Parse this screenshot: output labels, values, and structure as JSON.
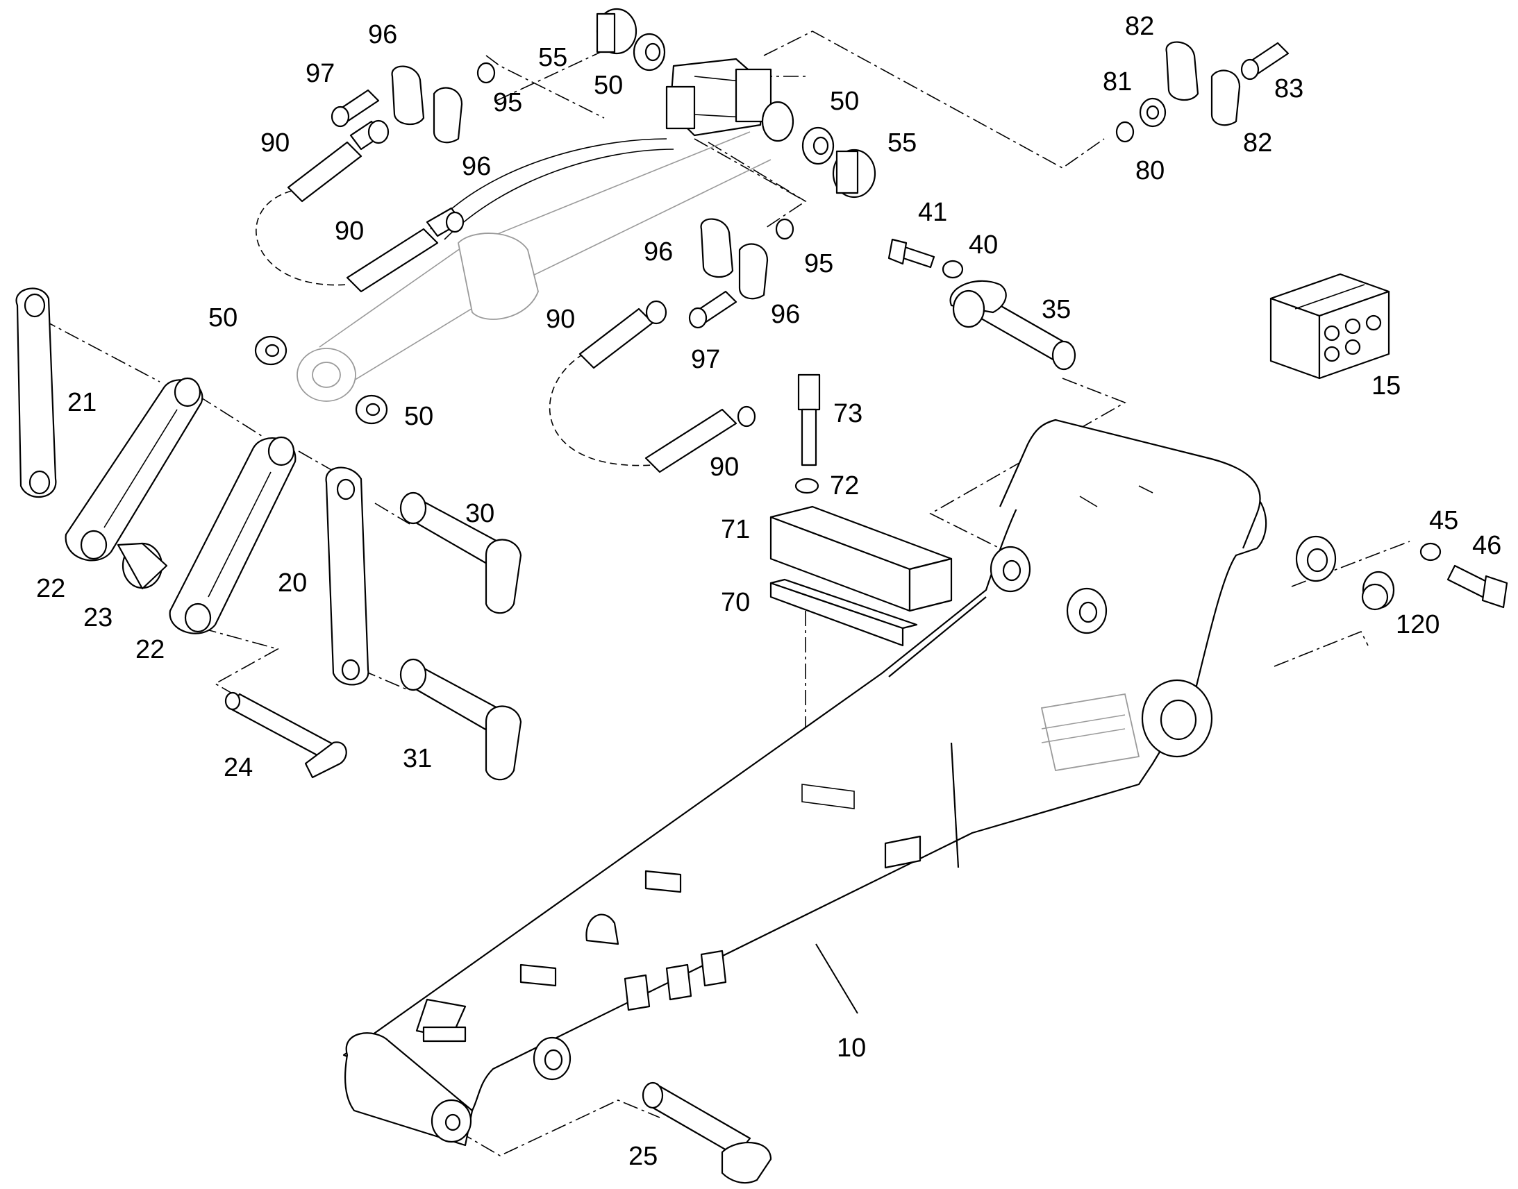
{
  "diagram": {
    "type": "exploded-parts-view",
    "part_labels": [
      {
        "id": "96a",
        "text": "96"
      },
      {
        "id": "97a",
        "text": "97"
      },
      {
        "id": "55a",
        "text": "55"
      },
      {
        "id": "50a",
        "text": "50"
      },
      {
        "id": "95a",
        "text": "95"
      },
      {
        "id": "90a",
        "text": "90"
      },
      {
        "id": "96b",
        "text": "96"
      },
      {
        "id": "90b",
        "text": "90"
      },
      {
        "id": "82a",
        "text": "82"
      },
      {
        "id": "81",
        "text": "81"
      },
      {
        "id": "83",
        "text": "83"
      },
      {
        "id": "82b",
        "text": "82"
      },
      {
        "id": "80",
        "text": "80"
      },
      {
        "id": "50b",
        "text": "50"
      },
      {
        "id": "55b",
        "text": "55"
      },
      {
        "id": "41",
        "text": "41"
      },
      {
        "id": "40",
        "text": "40"
      },
      {
        "id": "96c",
        "text": "96"
      },
      {
        "id": "95b",
        "text": "95"
      },
      {
        "id": "35",
        "text": "35"
      },
      {
        "id": "50c",
        "text": "50"
      },
      {
        "id": "90c",
        "text": "90"
      },
      {
        "id": "96d",
        "text": "96"
      },
      {
        "id": "97b",
        "text": "97"
      },
      {
        "id": "15",
        "text": "15"
      },
      {
        "id": "21",
        "text": "21"
      },
      {
        "id": "50d",
        "text": "50"
      },
      {
        "id": "73",
        "text": "73"
      },
      {
        "id": "90d",
        "text": "90"
      },
      {
        "id": "72",
        "text": "72"
      },
      {
        "id": "30",
        "text": "30"
      },
      {
        "id": "71",
        "text": "71"
      },
      {
        "id": "20",
        "text": "20"
      },
      {
        "id": "22a",
        "text": "22"
      },
      {
        "id": "23",
        "text": "23"
      },
      {
        "id": "70",
        "text": "70"
      },
      {
        "id": "22b",
        "text": "22"
      },
      {
        "id": "45",
        "text": "45"
      },
      {
        "id": "46",
        "text": "46"
      },
      {
        "id": "120",
        "text": "120"
      },
      {
        "id": "24",
        "text": "24"
      },
      {
        "id": "31",
        "text": "31"
      },
      {
        "id": "10",
        "text": "10"
      },
      {
        "id": "25",
        "text": "25"
      }
    ]
  }
}
